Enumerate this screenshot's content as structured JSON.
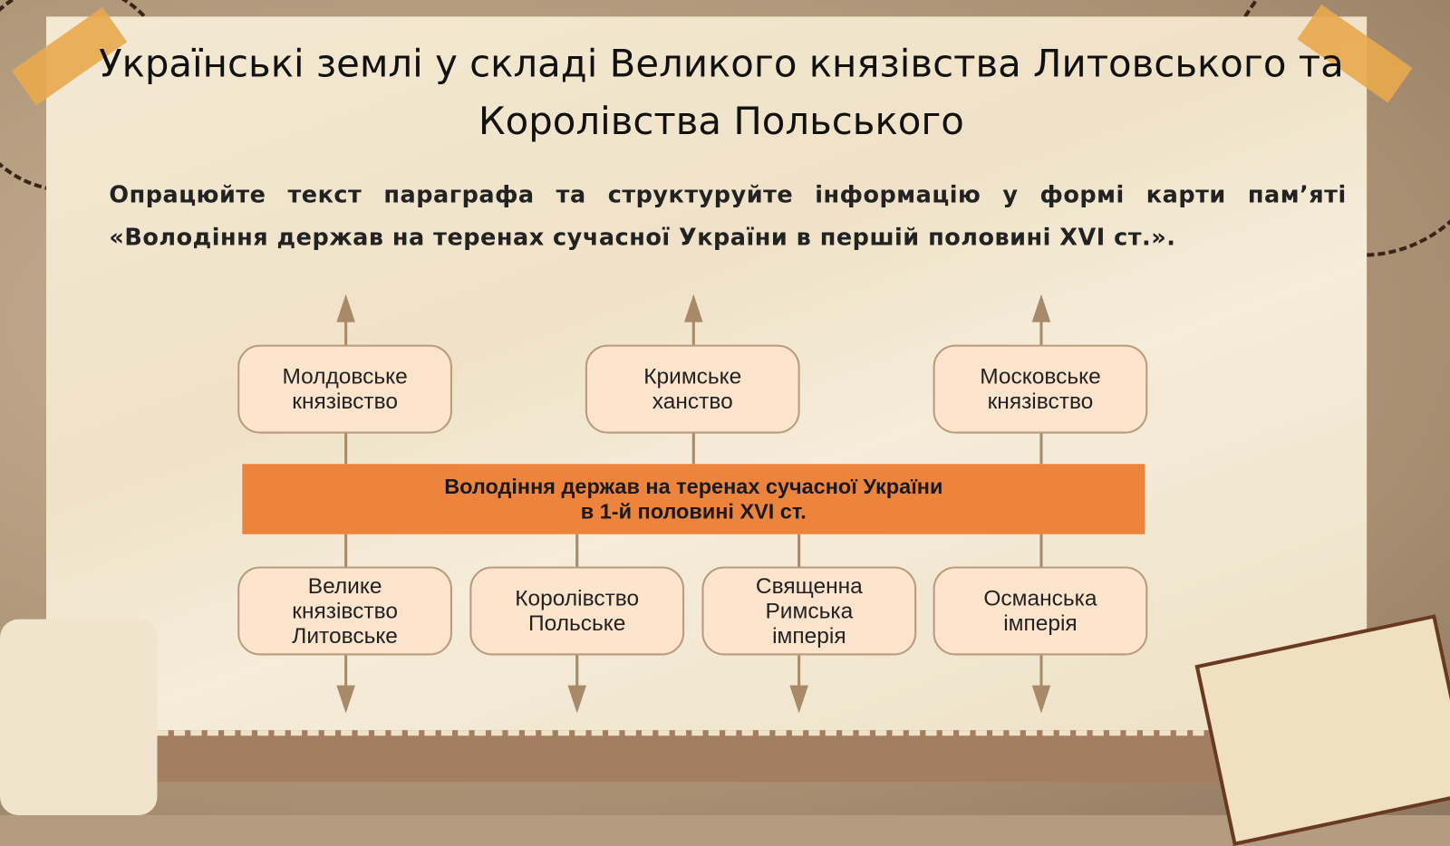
{
  "title": "Українські землі у складі Великого князівства Литовського та Королівства Польського",
  "intro": "Опрацюйте текст параграфа та структуруйте інформацію у формі карти  пам’яті «Володіння держав на теренах сучасної України в першій половині XVI ст.».",
  "diagram": {
    "center": "Володіння держав на теренах сучасної України\nв 1-й половині XVI ст.",
    "top": [
      "Молдовське\nкнязівство",
      "Кримське\nханство",
      "Московське\nкнязівство"
    ],
    "bottom": [
      "Велике\nкнязівство\nЛитовське",
      "Королівство\nПольське",
      "Священна\nРимська\nімперія",
      "Османська\nімперія"
    ]
  },
  "colors": {
    "bar": "#ec843e",
    "box": "#fde5cd",
    "line": "#a88a68"
  }
}
